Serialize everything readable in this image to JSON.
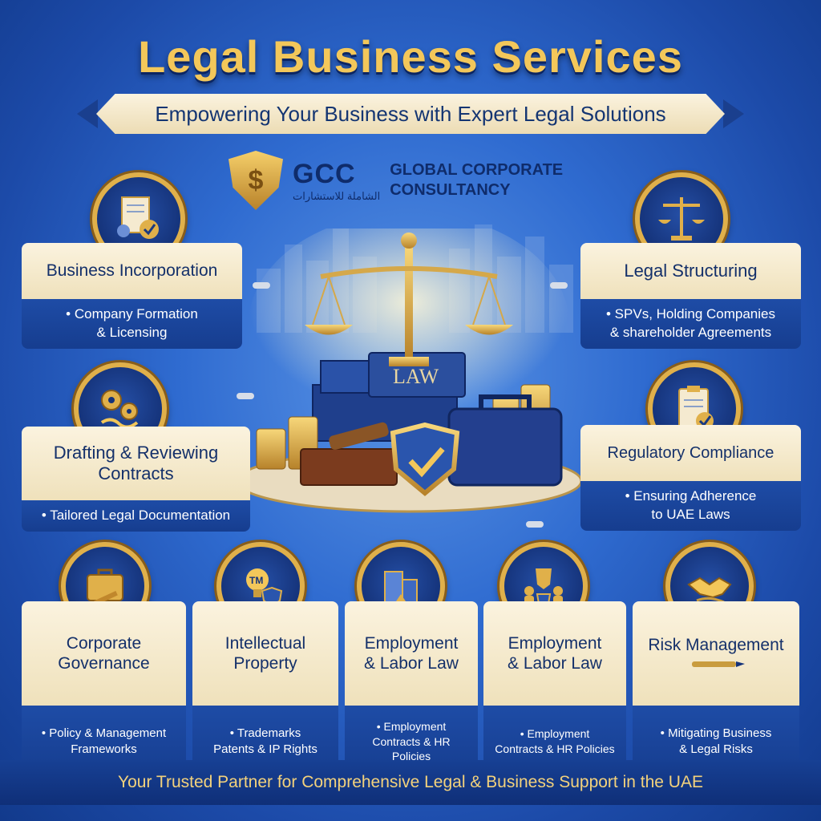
{
  "header": {
    "title": "Legal Business Services",
    "subtitle": "Empowering Your Business with Expert Legal Solutions"
  },
  "logo": {
    "abbr": "GCC",
    "arabic": "الشاملة للاستشارات",
    "name_line1": "GLOBAL CORPORATE",
    "name_line2": "CONSULTANCY",
    "icon": "gold-shield-icon"
  },
  "scene": {
    "book_label": "LAW",
    "icons": [
      "scales-of-justice-icon",
      "law-book-icon",
      "gavel-icon",
      "gold-coins-icon",
      "briefcase-icon",
      "check-shield-icon",
      "city-skyline-icon"
    ]
  },
  "services": {
    "business_incorporation": {
      "title": "Business Incorporation",
      "detail_line1": "• Company Formation",
      "detail_line2": "& Licensing",
      "icon": "documents-gear-check-icon"
    },
    "legal_structuring": {
      "title": "Legal Structuring",
      "detail_line1": "• SPVs, Holding Companies",
      "detail_line2": "& shareholder Agreements",
      "icon": "scales-icon"
    },
    "drafting_contracts": {
      "title_line1": "Drafting & Reviewing",
      "title_line2": "Contracts",
      "detail_line1": "• Tailored Legal Documentation",
      "icon": "gears-handshake-icon"
    },
    "regulatory_compliance": {
      "title": "Regulatory Compliance",
      "detail_line1": "• Ensuring Adherence",
      "detail_line2": "to UAE Laws",
      "icon": "clipboard-check-icon"
    },
    "corporate_governance": {
      "title_line1": "Corporate",
      "title_line2": "Governance",
      "detail_line1": "• Policy & Management",
      "detail_line2": "Frameworks",
      "icon": "briefcase-gavel-icon"
    },
    "intellectual_property": {
      "title_line1": "Intellectual",
      "title_line2": "Property",
      "detail_line1": "• Trademarks",
      "detail_line2": "Patents & IP Rights",
      "badge": "TM",
      "icon": "lightbulb-tm-icon"
    },
    "employment_law_1": {
      "title_line1": "Employment",
      "title_line2": "& Labor Law",
      "detail_line1": "• Employment",
      "detail_line2": "Contracts & HR Policies",
      "icon": "office-building-icon"
    },
    "employment_law_2": {
      "title_line1": "Employment",
      "title_line2": "& Labor Law",
      "detail_line1": "• Employment",
      "detail_line2": "Contracts & HR Policies",
      "icon": "team-crest-icon"
    },
    "risk_management": {
      "title": "Risk Management",
      "detail_line1": "• Mitigating Business",
      "detail_line2": "& Legal Risks",
      "icon": "handshake-icon"
    }
  },
  "footer": {
    "tagline": "Your Trusted Partner for Comprehensive Legal & Business Support in the UAE"
  },
  "colors": {
    "background": "#2f6bd0",
    "gold": "#e0b04a",
    "navy": "#14306a",
    "cream": "#fbf3df"
  }
}
